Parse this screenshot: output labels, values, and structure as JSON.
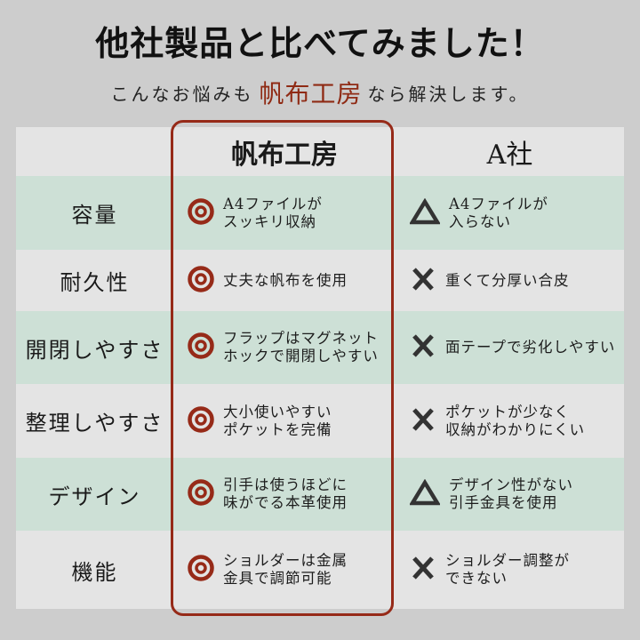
{
  "header": {
    "title": "他社製品と比べてみました！",
    "subtitle_prefix": "こんなお悩みも",
    "subtitle_brand": "帆布工房",
    "subtitle_suffix": "なら解決します。"
  },
  "colors": {
    "brand_red": "#962a18",
    "row_green": "#cde0d6",
    "row_gray": "#e4e4e4",
    "background": "#cdcdcd",
    "symbol_dark": "#333333"
  },
  "table": {
    "columns": [
      "",
      "帆布工房",
      "A社"
    ],
    "rows": [
      {
        "label": "容量",
        "ours_icon": "double-circle-icon",
        "ours_text": [
          "A4ファイルが",
          "スッキリ収納"
        ],
        "other_icon": "triangle-icon",
        "other_text": [
          "A4ファイルが",
          "入らない"
        ]
      },
      {
        "label": "耐久性",
        "ours_icon": "double-circle-icon",
        "ours_text": [
          "丈夫な帆布を使用"
        ],
        "other_icon": "cross-icon",
        "other_text": [
          "重くて分厚い合皮"
        ]
      },
      {
        "label": "開閉しやすさ",
        "ours_icon": "double-circle-icon",
        "ours_text": [
          "フラップはマグネット",
          "ホックで開閉しやすい"
        ],
        "other_icon": "cross-icon",
        "other_text": [
          "面テープで劣化しやすい"
        ]
      },
      {
        "label": "整理しやすさ",
        "ours_icon": "double-circle-icon",
        "ours_text": [
          "大小使いやすい",
          "ポケットを完備"
        ],
        "other_icon": "cross-icon",
        "other_text": [
          "ポケットが少なく",
          "収納がわかりにくい"
        ]
      },
      {
        "label": "デザイン",
        "ours_icon": "double-circle-icon",
        "ours_text": [
          "引手は使うほどに",
          "味がでる本革使用"
        ],
        "other_icon": "triangle-icon",
        "other_text": [
          "デザイン性がない",
          "引手金具を使用"
        ]
      },
      {
        "label": "機能",
        "ours_icon": "double-circle-icon",
        "ours_text": [
          "ショルダーは金属",
          "金具で調節可能"
        ],
        "other_icon": "cross-icon",
        "other_text": [
          "ショルダー調整が",
          "できない"
        ]
      }
    ]
  }
}
